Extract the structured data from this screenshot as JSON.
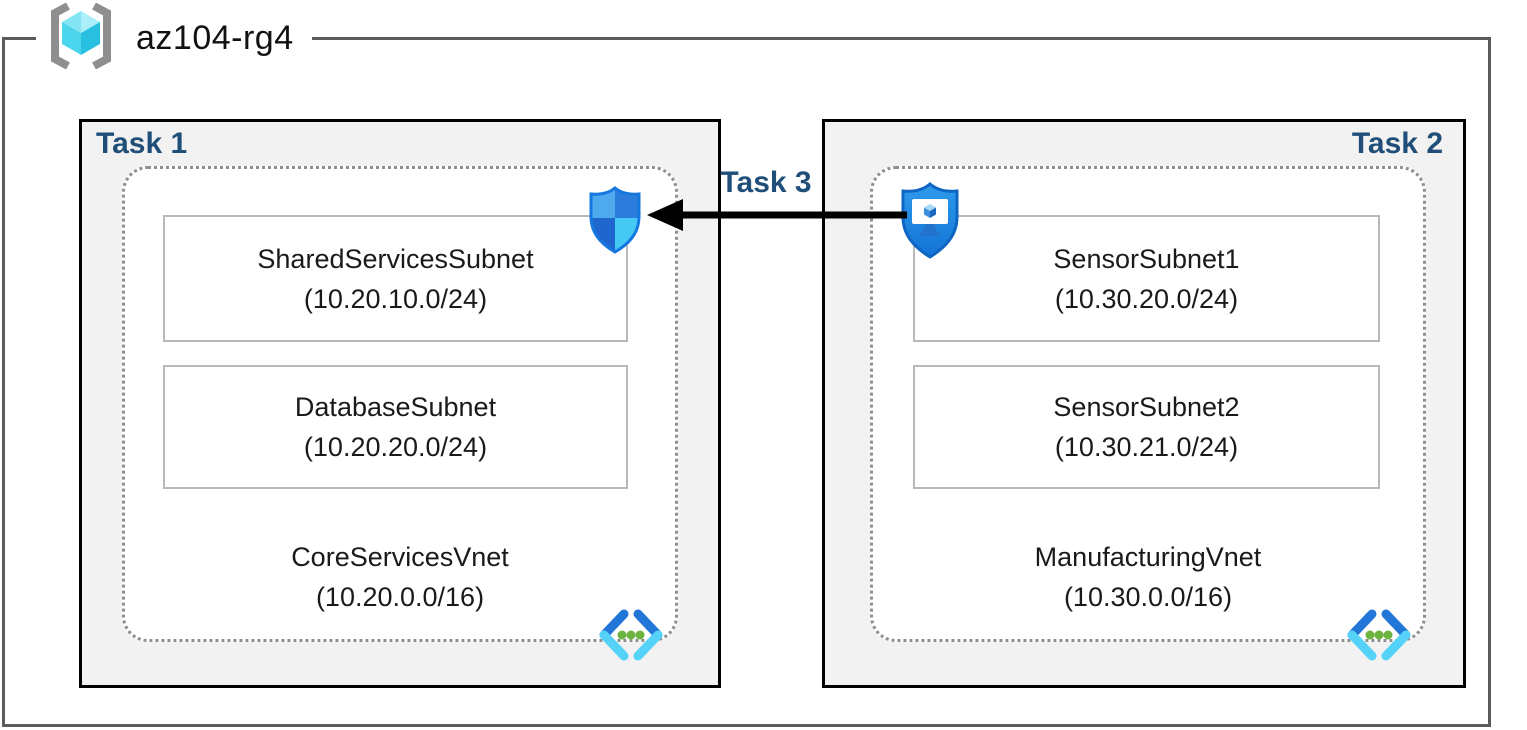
{
  "resource_group": {
    "name": "az104-rg4",
    "icon": "azure-resource-group-icon"
  },
  "connection": {
    "label": "Task 3",
    "direction": "right-to-left",
    "from_icon": "bastion-shield-monitor-icon",
    "to_icon": "network-security-group-shield-icon",
    "arrow_color": "#000000"
  },
  "vnets": [
    {
      "task_label": "Task 1",
      "name": "CoreServicesVnet",
      "cidr": "(10.20.0.0/16)",
      "icon": "virtual-network-icon",
      "badge_icon": "network-security-group-shield-icon",
      "subnets": [
        {
          "name": "SharedServicesSubnet",
          "cidr": "(10.20.10.0/24)"
        },
        {
          "name": "DatabaseSubnet",
          "cidr": "(10.20.20.0/24)"
        }
      ]
    },
    {
      "task_label": "Task 2",
      "name": "ManufacturingVnet",
      "cidr": "(10.30.0.0/16)",
      "icon": "virtual-network-icon",
      "badge_icon": "bastion-shield-monitor-icon",
      "subnets": [
        {
          "name": "SensorSubnet1",
          "cidr": "(10.30.20.0/24)"
        },
        {
          "name": "SensorSubnet2",
          "cidr": "(10.30.21.0/24)"
        }
      ]
    }
  ],
  "colors": {
    "task_label_blue": "#1F4E79",
    "task_box_fill": "#F2F2F2",
    "frame_border_gray": "#5B5B5B",
    "dotted_border_gray": "#8F8F8F",
    "subnet_border_gray": "#B9B9B9",
    "azure_dark_blue": "#2C7CDB",
    "azure_light_cyan": "#44CAF4",
    "vnet_dot_green": "#6DB33F"
  }
}
